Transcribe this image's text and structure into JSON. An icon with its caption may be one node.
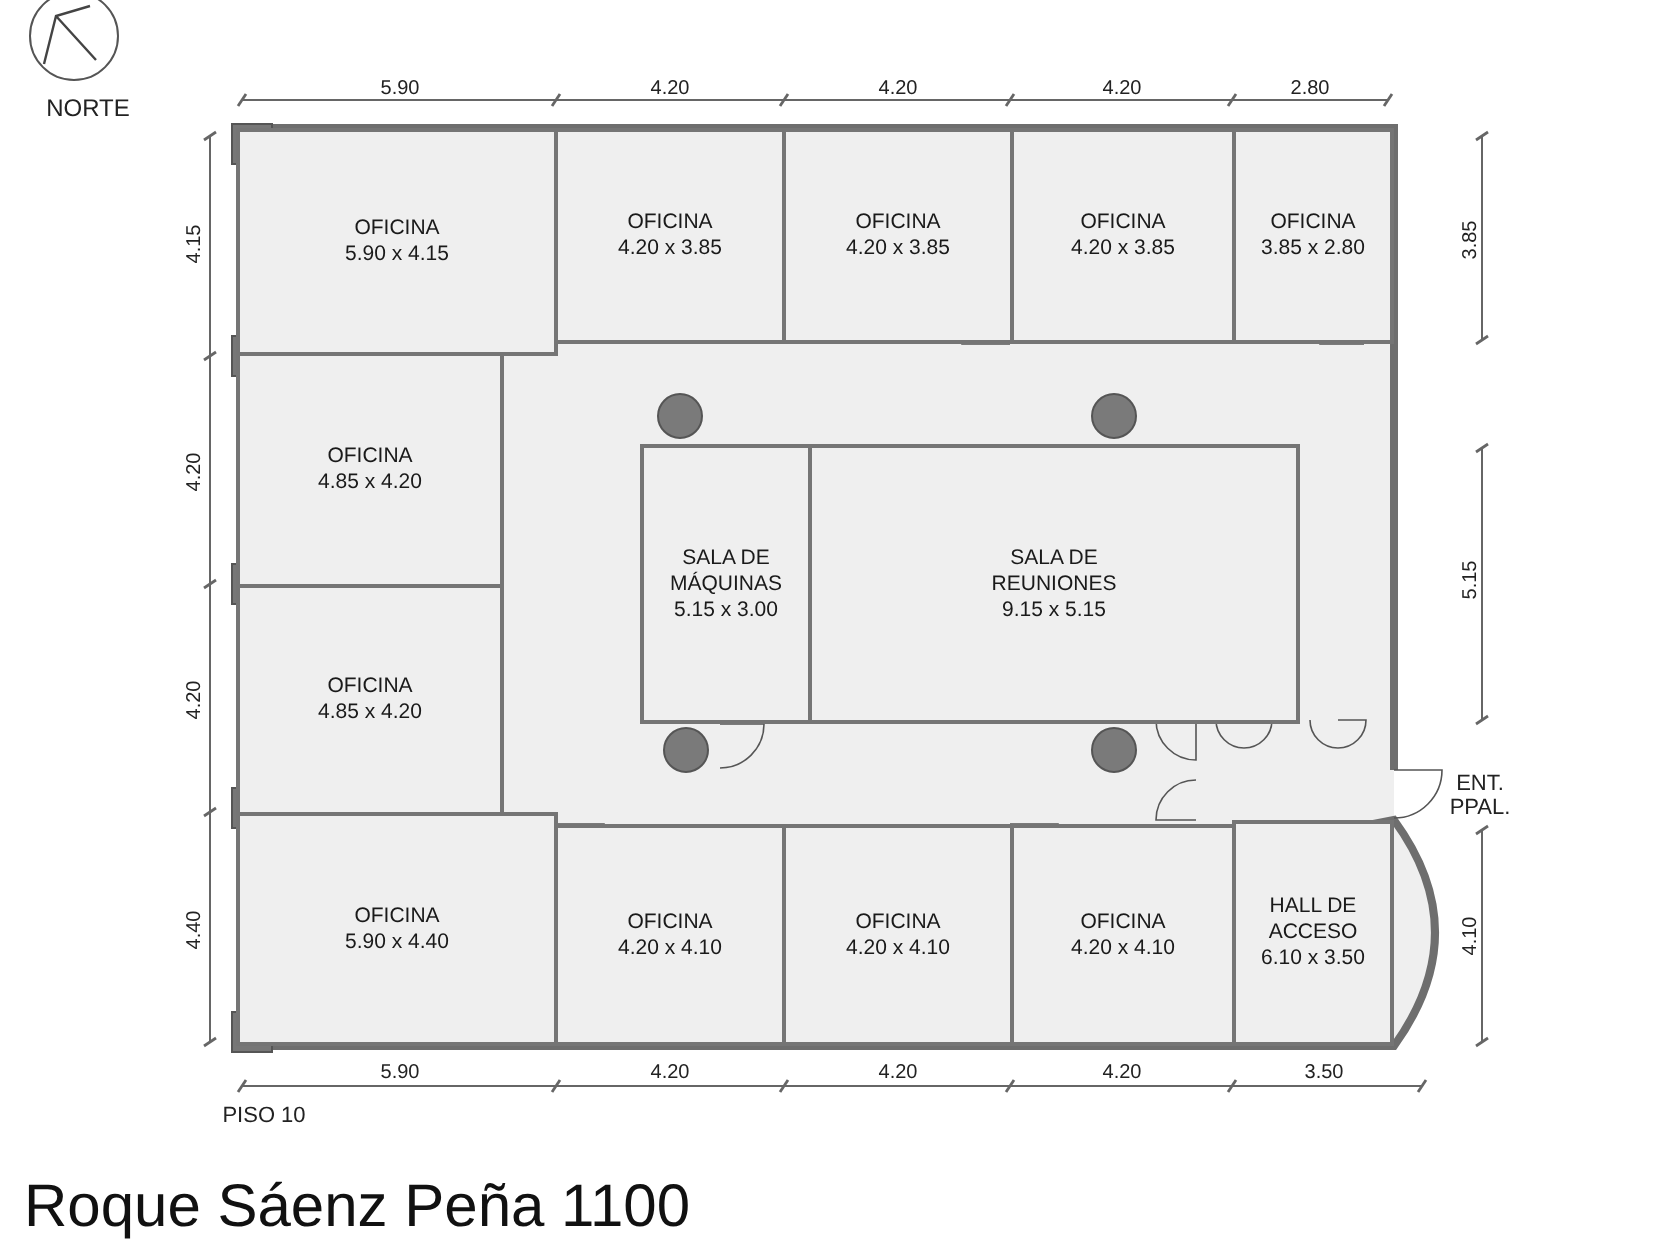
{
  "diagram": {
    "title": "Roque Sáenz Peña 1100",
    "nodes": [
      {
        "text": [
          "OFICINA",
          "5.90 x 4.15"
        ]
      },
      {
        "text": [
          "OFICINA",
          "4.20 x 3.85"
        ]
      },
      {
        "text": [
          "OFICINA",
          "4.20 x 3.85"
        ]
      },
      {
        "text": [
          "OFICINA",
          "4.20 x 3.85"
        ]
      },
      {
        "text": [
          "OFICINA",
          "3.85 x 2.80"
        ]
      },
      {
        "text": [
          "OFICINA",
          "4.85 x 4.20"
        ]
      },
      {
        "text": [
          "SALA DE MÁQUINAS",
          "5.15 x 3.00"
        ]
      },
      {
        "text": [
          "SALA DE REUNIONES",
          "9.15 x 5.15"
        ]
      },
      {
        "text": [
          "OFICINA",
          "4.85 x 4.20"
        ]
      },
      {
        "text": [
          "HALL DE ACCESO",
          "6.10 x 3.50"
        ]
      },
      {
        "text": [
          "OFICINA",
          "5.90 x 4.40"
        ]
      },
      {
        "text": [
          "OFICINA",
          "4.20 x 4.10"
        ]
      },
      {
        "text": [
          "OFICINA",
          "4.20 x 4.10"
        ]
      },
      {
        "text": [
          "OFICINA",
          "4.20 x 4.10"
        ]
      }
    ],
    "labels": [
      "NORTE",
      "5.90",
      "4.20",
      "4.20",
      "4.20",
      "2.80",
      "4.15",
      "3.85",
      "4.20",
      "5.15",
      "4.20",
      "ENT. PPAL.",
      "4.40",
      "4.10",
      "5.90",
      "4.20",
      "4.20",
      "4.20",
      "3.50",
      "PISO 10"
    ]
  }
}
